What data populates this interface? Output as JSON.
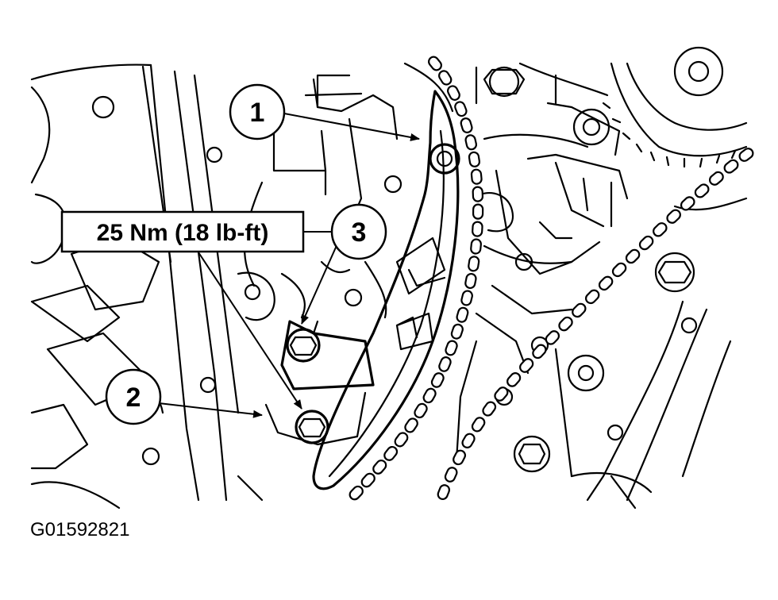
{
  "callouts": [
    {
      "number": "1"
    },
    {
      "number": "2"
    },
    {
      "number": "3"
    }
  ],
  "torque_spec": "25 Nm (18 lb-ft)",
  "figure_id": "G01592821"
}
